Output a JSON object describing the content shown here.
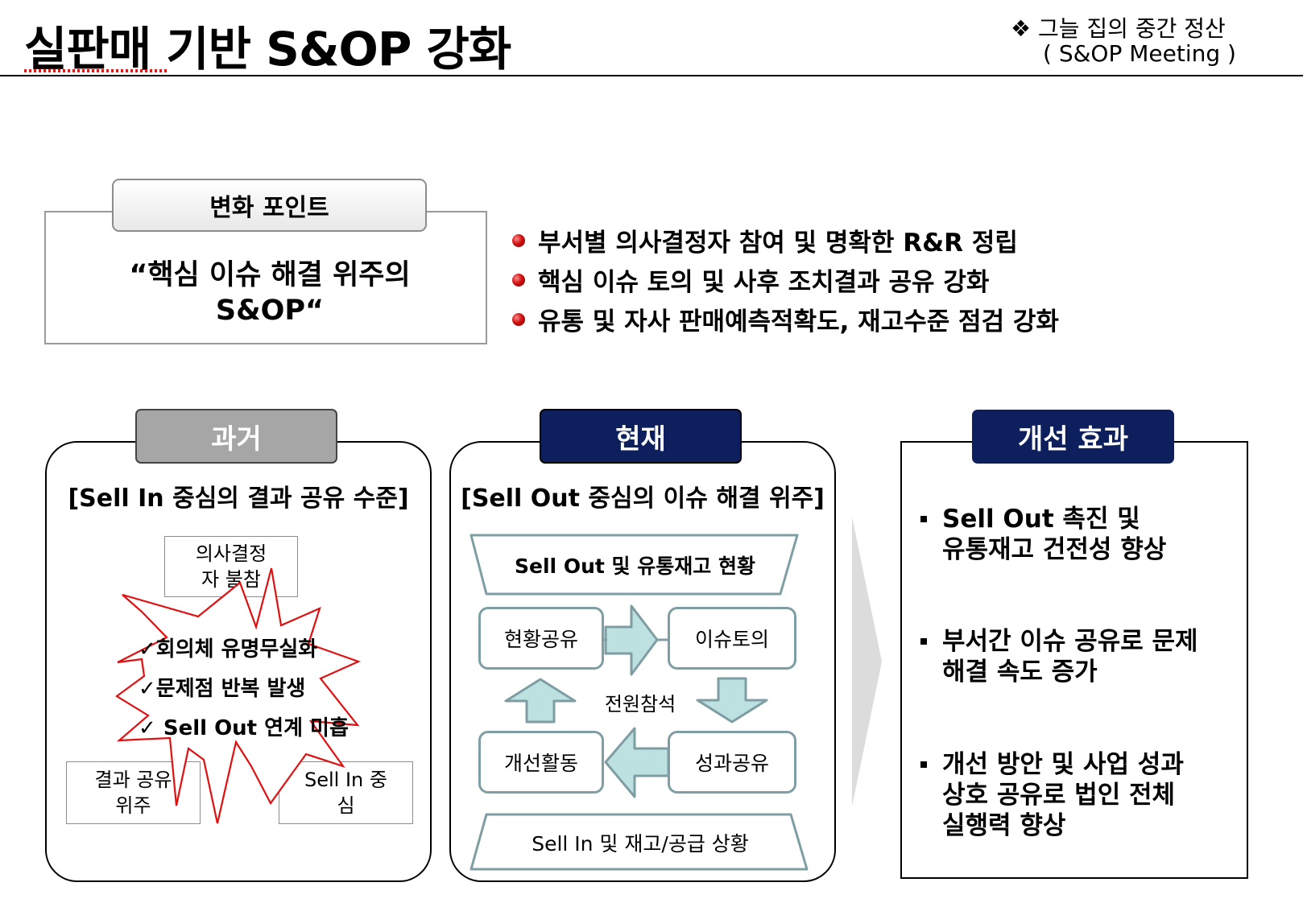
{
  "header": {
    "title": "실판매 기반 S&OP 강화",
    "context_line1": "❖ 그늘 집의 중간 정산",
    "context_line2": "( S&OP Meeting )"
  },
  "change_point": {
    "tab_label": "변화 포인트",
    "quote_line1": "“핵심 이슈 해결 위주의",
    "quote_line2": "S&OP“",
    "bullets": [
      "부서별 의사결정자 참여 및 명확한 R&R 정립",
      "핵심 이슈 토의 및 사후 조치결과 공유 강화",
      "유통 및 자사 판매예측적확도, 재고수준 점검 강화"
    ]
  },
  "past": {
    "tab_label": "과거",
    "subtitle": "[Sell In 중심의 결과 공유 수준]",
    "box_top_line1": "의사결정",
    "box_top_line2": "자 불참",
    "issues": [
      "✓회의체 유명무실화",
      "✓문제점 반복 발생",
      "✓ Sell Out 연계 미흡"
    ],
    "box_left_line1": "결과 공유",
    "box_left_line2": "위주",
    "box_right_line1": "Sell In 중",
    "box_right_line2": "심"
  },
  "present": {
    "tab_label": "현재",
    "subtitle": "[Sell Out 중심의 이슈 해결 위주]",
    "top_banner": "Sell Out 및 유통재고 현황",
    "cycle": {
      "status_sharing": "현황공유",
      "issue_discussion": "이슈토의",
      "result_sharing": "성과공유",
      "improvement": "개선활동"
    },
    "center_label": "전원참석",
    "bottom_banner": "Sell In 및 재고/공급 상황"
  },
  "effect": {
    "tab_label": "개선 효과",
    "items": [
      {
        "line1": "Sell Out 촉진 및",
        "line2": "유통재고 건전성 향상"
      },
      {
        "line1": "부서간 이슈 공유로 문제",
        "line2": "해결 속도 증가"
      },
      {
        "line1": "개선 방안 및 사업 성과",
        "line2": "상호 공유로  법인 전체",
        "line3": "실행력 향상"
      }
    ]
  },
  "colors": {
    "navy_tab": "#0d1f5c",
    "gray_tab": "#a6a6a6",
    "burst_red": "#e01010",
    "flow_border": "#7f9ea3",
    "arrow_fill": "#bde0e0",
    "bullet_red": "#c00000"
  }
}
